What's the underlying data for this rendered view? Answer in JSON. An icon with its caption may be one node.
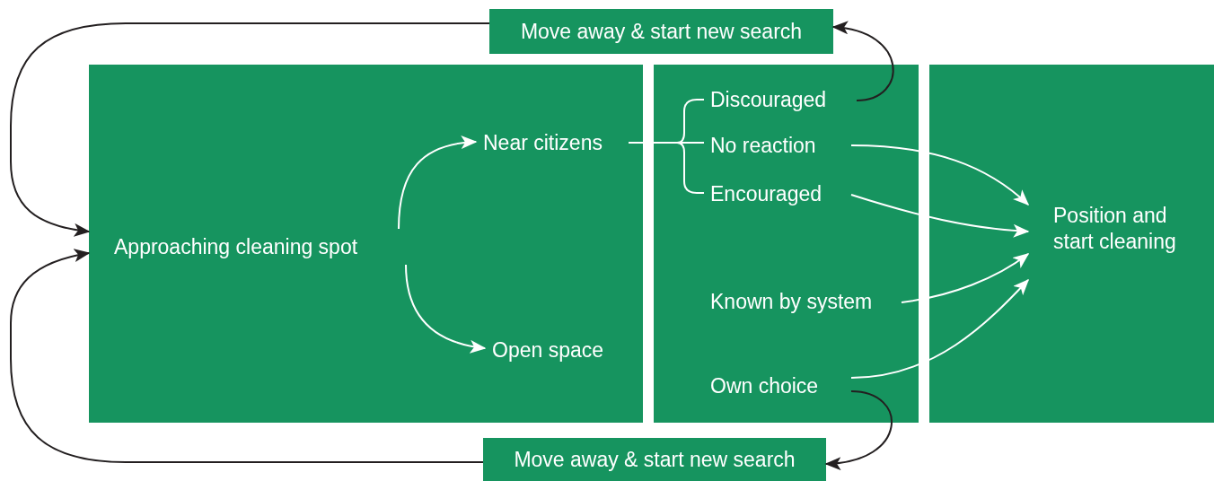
{
  "diagram": {
    "nodes": [
      {
        "text": [
          "Move away & start new search"
        ]
      },
      {
        "text": [],
        "shape": "box"
      },
      {
        "text": [],
        "shape": "box"
      },
      {
        "text": [],
        "shape": "box"
      },
      {
        "text": [
          "Approaching cleaning spot"
        ],
        "in": 1
      },
      {
        "text": [
          "Near citizens"
        ],
        "in": 1
      },
      {
        "text": [
          "Open space"
        ],
        "in": 1
      },
      {
        "text": [
          "Discouraged"
        ],
        "in": 2
      },
      {
        "text": [
          "No reaction"
        ],
        "in": 2
      },
      {
        "text": [
          "Encouraged"
        ],
        "in": 2
      },
      {
        "text": [
          "Known by system"
        ],
        "in": 2
      },
      {
        "text": [
          "Own choice"
        ],
        "in": 2
      },
      {
        "text": [
          "Position and start cleaning"
        ],
        "in": 3
      },
      {
        "text": [
          "Move away & start new search"
        ]
      }
    ],
    "edges": [
      {
        "from": 0,
        "to": 4,
        "arrow": "to",
        "color": "#231f20"
      },
      {
        "from": 4,
        "to": 5,
        "arrow": "to"
      },
      {
        "from": 4,
        "to": 6,
        "arrow": "to"
      },
      {
        "from": 5,
        "to": 7,
        "arrow": "none"
      },
      {
        "from": 5,
        "to": 8,
        "arrow": "none"
      },
      {
        "from": 5,
        "to": 9,
        "arrow": "none"
      },
      {
        "from": 7,
        "to": 0,
        "arrow": "to",
        "color": "#231f20"
      },
      {
        "from": 8,
        "to": 12,
        "arrow": "to"
      },
      {
        "from": 9,
        "to": 12,
        "arrow": "to"
      },
      {
        "from": 10,
        "to": 12,
        "arrow": "to"
      },
      {
        "from": 11,
        "to": 12,
        "arrow": "to"
      },
      {
        "from": 11,
        "to": 13,
        "arrow": "to",
        "color": "#231f20"
      },
      {
        "from": 13,
        "to": 4,
        "arrow": "to",
        "color": "#231f20"
      }
    ]
  }
}
